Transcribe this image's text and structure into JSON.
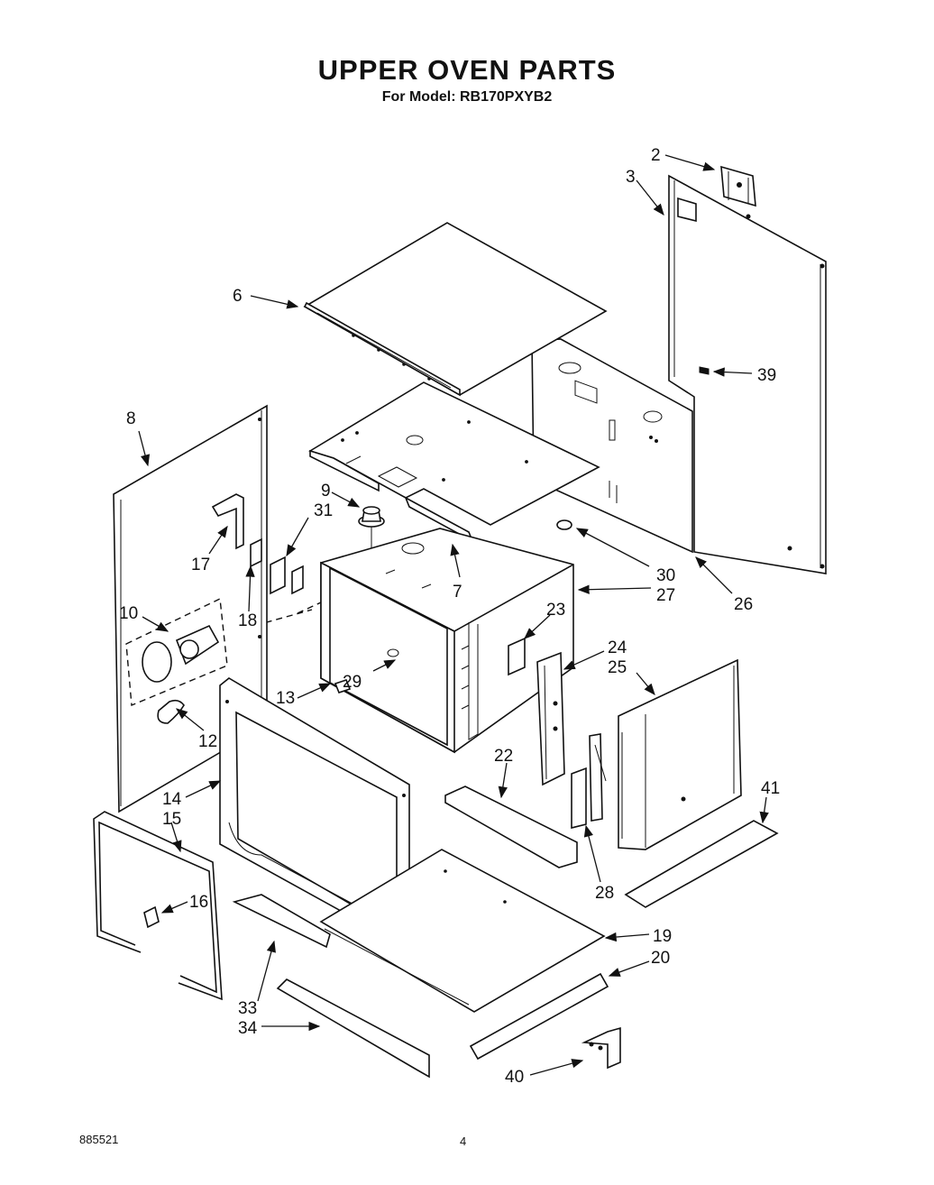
{
  "header": {
    "title": "UPPER OVEN PARTS",
    "model": "For Model: RB170PXYB2"
  },
  "footer": {
    "doc_number": "885521",
    "page_number": "4"
  },
  "callouts": [
    "2",
    "3",
    "6",
    "39",
    "8",
    "9",
    "31",
    "7",
    "30",
    "27",
    "26",
    "17",
    "18",
    "10",
    "23",
    "24",
    "25",
    "29",
    "13",
    "12",
    "22",
    "14",
    "15",
    "16",
    "41",
    "28",
    "19",
    "20",
    "33",
    "34",
    "40"
  ]
}
